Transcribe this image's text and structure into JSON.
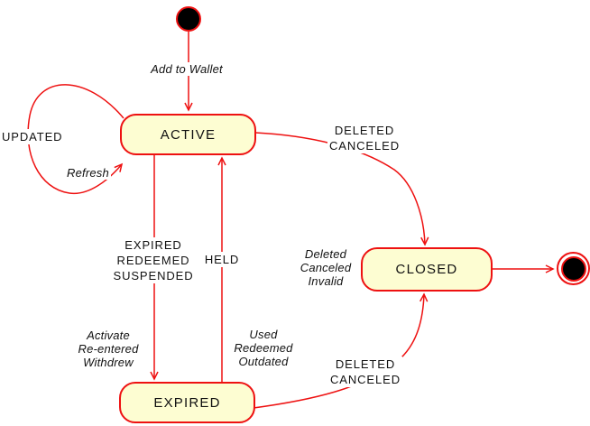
{
  "colors": {
    "line": "#ee1111",
    "state_border": "#ee1111",
    "state_fill": "#fdfdd2",
    "text": "#111111",
    "canvas_bg": "#ffffff",
    "terminal_fill": "#000000"
  },
  "states": {
    "active": "ACTIVE",
    "closed": "CLOSED",
    "expired": "EXPIRED"
  },
  "transitions": {
    "initial_to_active": "Add to Wallet",
    "active_self_loop_trigger": "UPDATED",
    "active_self_loop_action": "Refresh",
    "active_to_closed": "DELETED\nCANCELED",
    "active_to_expired": "EXPIRED\nREDEEMED\nSUSPENDED",
    "active_to_expired_note": "Activate\nRe-entered\nWithdrew",
    "expired_to_active": "HELD",
    "expired_to_active_note": "Used\nRedeemed\nOutdated",
    "expired_to_closed": "DELETED\nCANCELED",
    "closed_incoming_note": "Deleted\nCanceled\nInvalid"
  }
}
